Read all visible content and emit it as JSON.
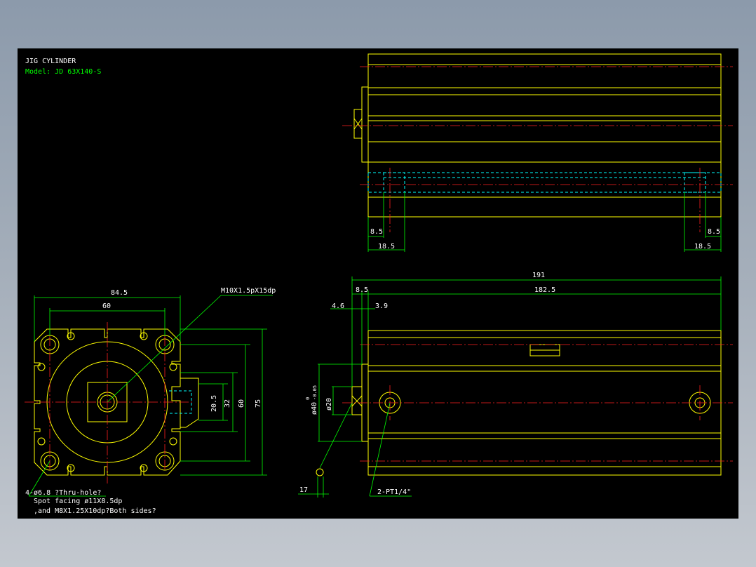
{
  "title_block": {
    "title": "JIG CYLINDER",
    "model": "Model: JD 63X140-S"
  },
  "dimensions": {
    "top_view": {
      "left_small": "8.5",
      "left_large": "18.5",
      "right_small": "8.5",
      "right_large": "18.5"
    },
    "front_view": {
      "overall_width": "84.5",
      "hole_pitch_x": "60",
      "thread_callout": "M10X1.5pX15dp",
      "dim_20_5": "20.5",
      "dim_32": "32",
      "dim_60": "60",
      "dim_75": "75"
    },
    "side_view": {
      "overall_length": "191",
      "body_length": "182.5",
      "rod_offset": "8.5",
      "dim_4_6": "4.6",
      "dim_3_9": "3.9",
      "rod_dia": "ø20",
      "bore_dia": "ø40",
      "bore_tol": "-0.05",
      "bore_tol_upper": "0",
      "dim_17": "17",
      "port_callout": "2-PT1/4\""
    }
  },
  "notes": {
    "line1": "4-ø6.8 ?Thru-hole?",
    "line2": "Spot facing ø11X8.5dp",
    "line3": ",and M8X1.25X10dp?Both sides?"
  },
  "colors": {
    "background": "#000000",
    "outline": "#ffff00",
    "dimension": "#00ff00",
    "centerline": "#ff2020",
    "hidden": "#00ffff",
    "text": "#ffffff"
  }
}
